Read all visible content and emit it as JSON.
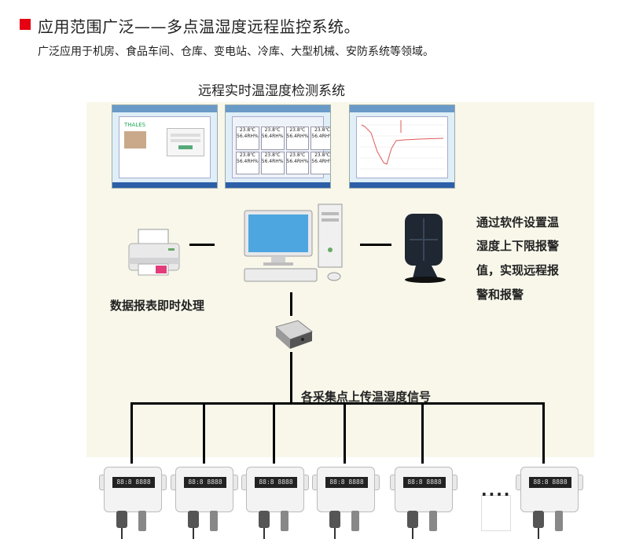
{
  "header": {
    "title": "应用范围广泛——多点温湿度远程监控系统。",
    "subtitle": "广泛应用于机房、食品车间、仓库、变电站、冷库、大型机械、安防系统等领域。"
  },
  "diagram": {
    "system_label": "远程实时温湿度检测系统",
    "report_caption": "数据报表即时处理",
    "alarm_text": [
      "通过软件设置温",
      "湿度上下限报警",
      "值，实现远程报",
      "警和报警"
    ],
    "upload_label": "各采集点上传温湿度信号",
    "more_indicator": "....",
    "screenshots": {
      "login": {
        "logo_text": "THALES"
      },
      "readings": {
        "cells": [
          [
            "23.8℃",
            "56.4RH%"
          ],
          [
            "23.8℃",
            "56.4RH%"
          ],
          [
            "23.8℃",
            "56.4RH%"
          ],
          [
            "23.8℃",
            "56.4RH%"
          ],
          [
            "23.8℃",
            "56.4RH%"
          ],
          [
            "23.8℃",
            "56.4RH%"
          ],
          [
            "23.8℃",
            "56.4RH%"
          ],
          [
            "23.8℃",
            "56.4RH%"
          ]
        ]
      }
    },
    "sensor_display": "88:8 8888"
  },
  "colors": {
    "accent_red": "#e60012",
    "diagram_bg": "#f8f7ea",
    "line": "#000000"
  }
}
